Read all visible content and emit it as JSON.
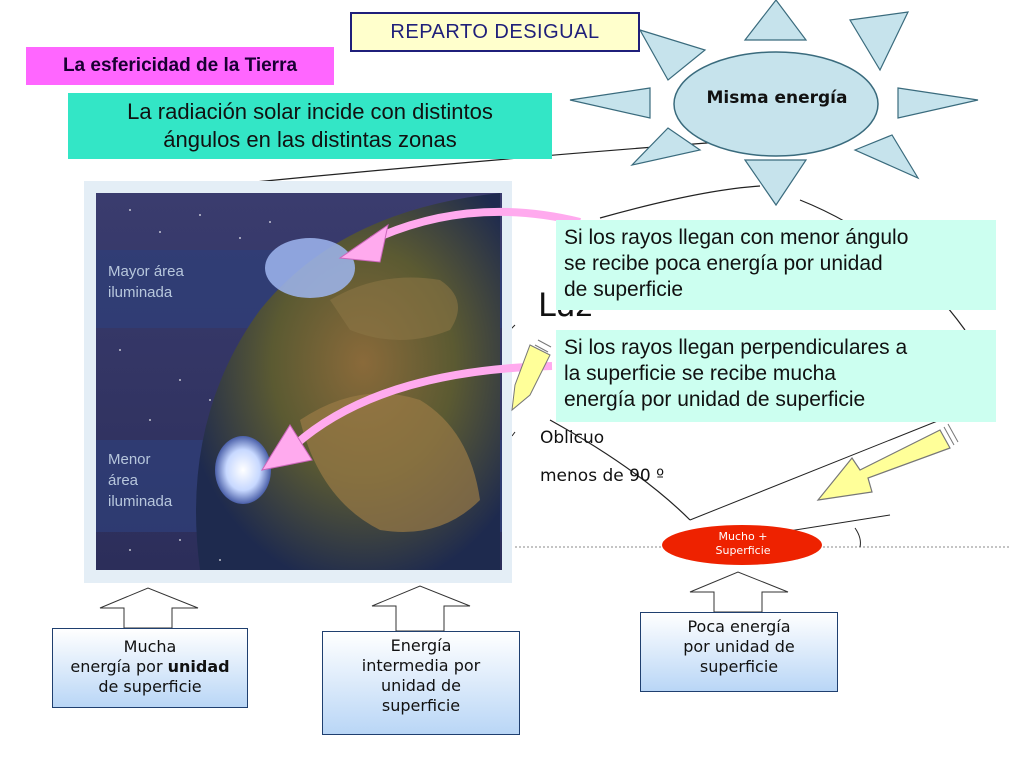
{
  "title": "REPARTO DESIGUAL",
  "subtitle": "La esfericidad de la Tierra",
  "radiation": {
    "line1": "La radiación solar incide con distintos",
    "line2": "ángulos en las distintas zonas"
  },
  "sun": {
    "label": "Misma energía"
  },
  "photo": {
    "top_label": [
      "Mayor área",
      "iluminada"
    ],
    "bottom_label": [
      "Menor",
      "área",
      "iluminada"
    ]
  },
  "callouts": {
    "low_angle": [
      "Si los rayos llegan con menor ángulo",
      "se recibe poca energía por unidad",
      "de superficie"
    ],
    "perpendicular": [
      "Si los rayos llegan perpendiculares a",
      "la superficie se recibe mucha",
      "energía por unidad de superficie"
    ]
  },
  "luz": "Luz",
  "oblicuo": "Oblicuo",
  "angle": "menos de 90 º",
  "mucho_superficie": [
    "Mucho +",
    "Superficie"
  ],
  "bottom_boxes": {
    "mucha": {
      "line1": "Mucha",
      "line2_pre": "energía por ",
      "line2_bold": "unidad",
      "line3": "de superficie"
    },
    "intermedia": [
      "Energía",
      "intermedia por",
      "unidad de",
      "superficie"
    ],
    "poca": [
      "Poca energía",
      "por unidad de",
      "superficie"
    ]
  },
  "colors": {
    "title_bg": "#ffffcc",
    "subtitle_bg": "#ff66ff",
    "radiation_bg": "#33e6c6",
    "callout_bg": "#ccfff0",
    "sun_fill": "#c6e3ec",
    "ray_arrow": "#ffff99",
    "pink_arrow": "#ffaaee",
    "ellipse_red": "#ee2200"
  }
}
